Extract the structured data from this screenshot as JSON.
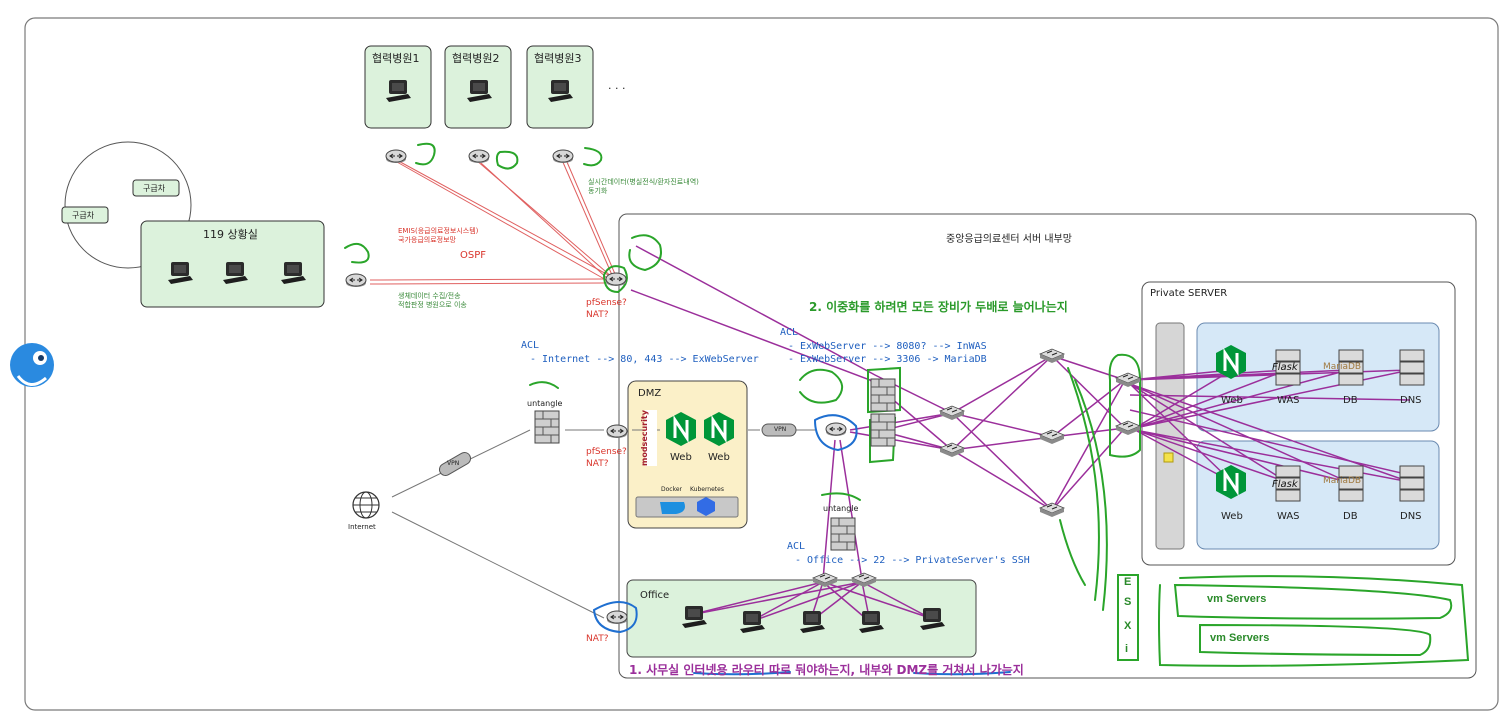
{
  "hospitals": [
    {
      "label": "협력병원1"
    },
    {
      "label": "협력병원2"
    },
    {
      "label": "협력병원3"
    }
  ],
  "ellipsis": ". . .",
  "ambulance_1": "구급차",
  "ambulance_2": "구급차",
  "control_room": "119 상황실",
  "realtime_note_1": "실시간데이터(병실전식/환자진료내역)",
  "realtime_note_2": "동기화",
  "emis_note_1": "EMIS(응급의료정보시스템)",
  "emis_note_2": "국가응급의료정보망",
  "ospf": "OSPF",
  "bio_note_1": "생체데이터 수집/전송",
  "bio_note_2": "적합판정 병원으로 이송",
  "pfsense_top": "pfSense?",
  "nat_top": "NAT?",
  "pfsense_mid": "pfSense?",
  "nat_mid": "NAT?",
  "nat_office": "NAT?",
  "internal_title": "중앙응급의료센터 서버 내부망",
  "acl_label_1": "ACL",
  "acl_rule_1": "- Internet --> 80, 443 --> ExWebServer",
  "acl_label_2": "ACL",
  "acl_rule_2a": "- ExWebServer --> 8080? --> InWAS",
  "acl_rule_2b": "- ExWebServer --> 3306 -> MariaDB",
  "acl_label_3": "ACL",
  "acl_rule_3": "- Office --> 22 --> PrivateServer's SSH",
  "redundancy_question": "2. 이중화를 하려면 모든 장비가 두배로 늘어나는지",
  "office_router_question": "1. 사무실 인터넷용 라우터 따로 둬야하는지, 내부와 DMZ를 거쳐서 나가는지",
  "untangle_1": "untangle",
  "untangle_2": "untangle",
  "internet_label": "Internet",
  "vpn_1": "VPN",
  "vpn_2": "VPN",
  "dmz_title": "DMZ",
  "modsecurity": "modsecurity",
  "dmz_web_1": "Web",
  "dmz_web_2": "Web",
  "docker": "Docker",
  "kubernetes": "Kubernetes",
  "office_title": "Office",
  "private_title": "Private SERVER",
  "server_row_1": [
    "Web",
    "WAS",
    "DB",
    "DNS"
  ],
  "server_row_2": [
    "Web",
    "WAS",
    "DB",
    "DNS"
  ],
  "flask_1": "Flask",
  "flask_2": "Flask",
  "mariadb_1": "MariaDB",
  "mariadb_2": "MariaDB",
  "esxi": [
    "E",
    "S",
    "X",
    "i"
  ],
  "vm_servers_1": "vm Servers",
  "vm_servers_2": "vm Servers",
  "colors": {
    "purple": "#9b2f9b",
    "green": "#2aa52a",
    "red": "#d9342b",
    "blue": "#1f6fd0",
    "box_green": "#dcf2dc",
    "box_blue": "#d6e8f7",
    "box_yellow": "#fbf0c8",
    "nginx": "#009639"
  }
}
